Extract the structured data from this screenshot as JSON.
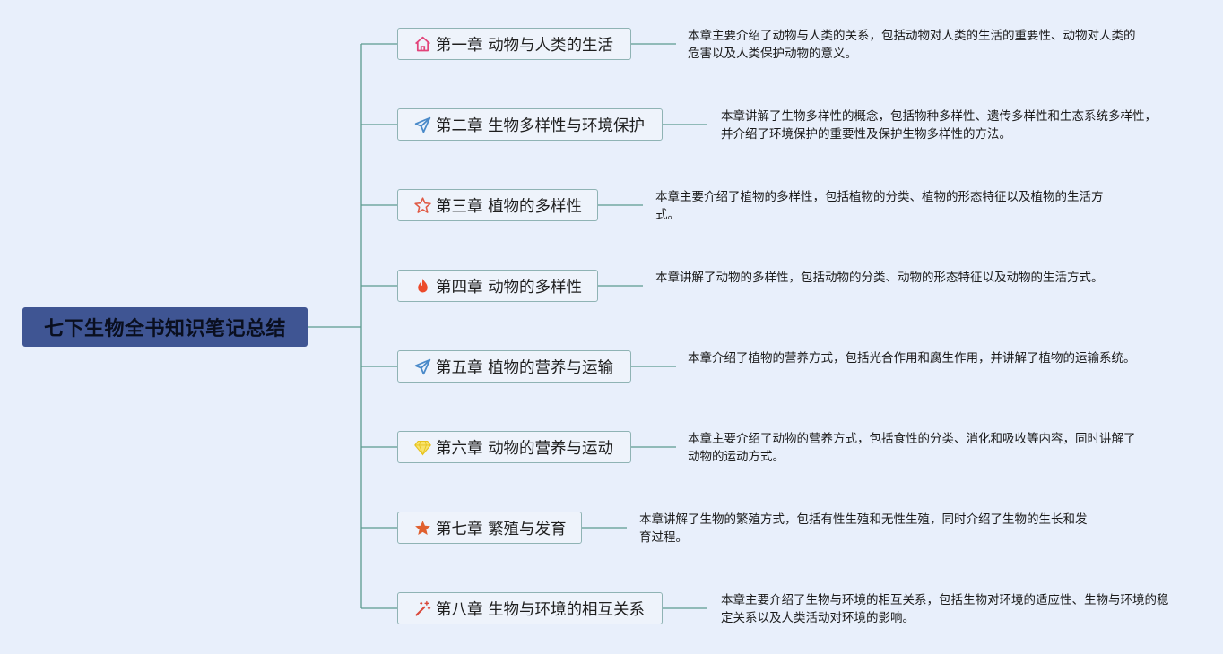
{
  "root": {
    "title": "七下生物全书知识笔记总结"
  },
  "colors": {
    "root_fill": "#3f5593",
    "connector": "#5b9b8f",
    "node_border": "#8fb3b4",
    "background": "#e8effb"
  },
  "chapters": [
    {
      "icon": "house-icon",
      "title": "第一章 动物与人类的生活",
      "desc": "本章主要介绍了动物与人类的关系，包括动物对人类的生活的重要性、动物对人类的危害以及人类保护动物的意义。"
    },
    {
      "icon": "paper-plane-icon",
      "title": "第二章 生物多样性与环境保护",
      "desc": "本章讲解了生物多样性的概念，包括物种多样性、遗传多样性和生态系统多样性，并介绍了环境保护的重要性及保护生物多样性的方法。"
    },
    {
      "icon": "star-outline-icon",
      "title": "第三章 植物的多样性",
      "desc": "本章主要介绍了植物的多样性，包括植物的分类、植物的形态特征以及植物的生活方式。"
    },
    {
      "icon": "flame-icon",
      "title": "第四章 动物的多样性",
      "desc": "本章讲解了动物的多样性，包括动物的分类、动物的形态特征以及动物的生活方式。"
    },
    {
      "icon": "paper-plane-icon",
      "title": "第五章 植物的营养与运输",
      "desc": "本章介绍了植物的营养方式，包括光合作用和腐生作用，并讲解了植物的运输系统。"
    },
    {
      "icon": "diamond-icon",
      "title": "第六章 动物的营养与运动",
      "desc": "本章主要介绍了动物的营养方式，包括食性的分类、消化和吸收等内容，同时讲解了动物的运动方式。"
    },
    {
      "icon": "star-filled-icon",
      "title": "第七章 繁殖与发育",
      "desc": "本章讲解了生物的繁殖方式，包括有性生殖和无性生殖，同时介绍了生物的生长和发育过程。"
    },
    {
      "icon": "magic-wand-icon",
      "title": "第八章 生物与环境的相互关系",
      "desc": "本章主要介绍了生物与环境的相互关系，包括生物对环境的适应性、生物与环境的稳定关系以及人类活动对环境的影响。"
    }
  ]
}
